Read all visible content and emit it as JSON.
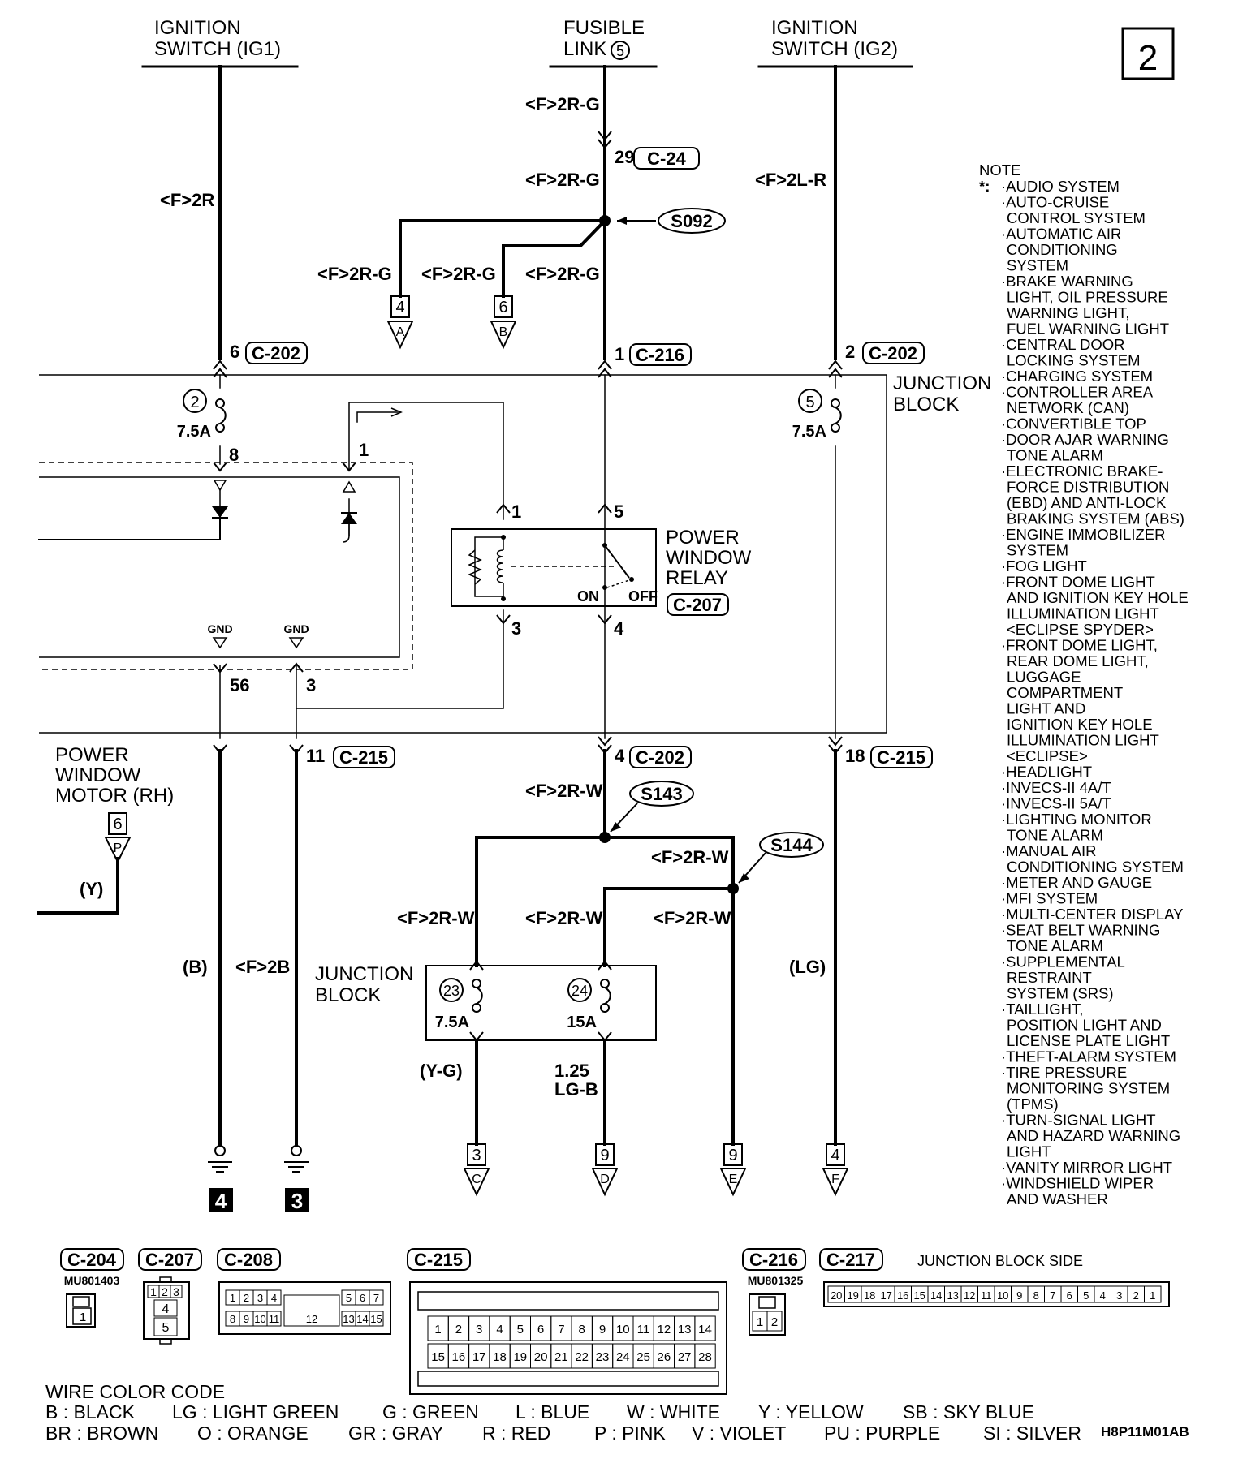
{
  "sheet_number": "2",
  "sources": [
    {
      "line1": "IGNITION",
      "line2": "SWITCH (IG1)"
    },
    {
      "line1": "FUSIBLE",
      "line2": "LINK",
      "circle_number": "5"
    },
    {
      "line1": "IGNITION",
      "line2": "SWITCH (IG2)"
    }
  ],
  "wire_labels": {
    "ig1_top": "<F>2R",
    "fl_top": "<F>2R-G",
    "fl_mid": "<F>2R-G",
    "branch_a": "<F>2R-G",
    "branch_b": "<F>2R-G",
    "fl_low": "<F>2R-G",
    "ig2_top": "<F>2L-R",
    "c202_out": "<F>2R-W",
    "s144_top": "<F>2R-W",
    "fuse23_in": "<F>2R-W",
    "fuse24_in": "<F>2R-W",
    "e_in": "<F>2R-W",
    "gnd4_wire": "(B)",
    "gnd3_wire": "<F>2B",
    "f_wire": "(LG)",
    "motor_wire": "(Y)",
    "fuse23_out": "(Y-G)",
    "fuse24_out_1": "1.25",
    "fuse24_out_2": "LG-B"
  },
  "connectors": {
    "c24": "C-24",
    "c24_pin": "29",
    "c202a": "C-202",
    "c202a_pin": "6",
    "c216": "C-216",
    "c216_pin": "1",
    "c202b": "C-202",
    "c202b_pin": "2",
    "c215a": "C-215",
    "c215a_pin": "11",
    "c202c": "C-202",
    "c202c_pin": "4",
    "c215b": "C-215",
    "c215b_pin": "18",
    "c207": "C-207"
  },
  "splices": [
    "S092",
    "S143",
    "S144"
  ],
  "offpage": {
    "a_num": "4",
    "a_letter": "A",
    "b_num": "6",
    "b_letter": "B",
    "c_num": "3",
    "c_letter": "C",
    "d_num": "9",
    "d_letter": "D",
    "e_num": "9",
    "e_letter": "E",
    "f_num": "4",
    "f_letter": "F",
    "p_num": "6",
    "p_letter": "P"
  },
  "junction_block": {
    "line1": "JUNCTION",
    "line2": "BLOCK"
  },
  "junction_block2": {
    "line1": "JUNCTION",
    "line2": "BLOCK"
  },
  "fuses": {
    "f2_num": "2",
    "f2_rating": "7.5A",
    "f5_num": "5",
    "f5_rating": "7.5A",
    "f23_num": "23",
    "f23_rating": "7.5A",
    "f24_num": "24",
    "f24_rating": "15A"
  },
  "pins": {
    "p8": "8",
    "p1_top": "1",
    "r1": "1",
    "r5": "5",
    "r3": "3",
    "r4": "4",
    "p56": "56",
    "p3": "3"
  },
  "gnd": {
    "g1": "GND",
    "g2": "GND"
  },
  "relay": {
    "line1": "POWER",
    "line2": "WINDOW",
    "line3": "RELAY",
    "on": "ON",
    "off": "OFF"
  },
  "motor": {
    "line1": "POWER",
    "line2": "WINDOW",
    "line3": "MOTOR (RH)"
  },
  "ground_points": [
    "4",
    "3"
  ],
  "note": {
    "title": "NOTE",
    "marker": "*:",
    "lines": [
      "·AUDIO SYSTEM",
      "·AUTO-CRUISE",
      "CONTROL SYSTEM",
      "·AUTOMATIC AIR",
      "CONDITIONING",
      "SYSTEM",
      "·BRAKE WARNING",
      "LIGHT, OIL PRESSURE",
      "WARNING LIGHT,",
      "FUEL WARNING LIGHT",
      "·CENTRAL DOOR",
      "LOCKING SYSTEM",
      "·CHARGING SYSTEM",
      "·CONTROLLER AREA",
      "NETWORK (CAN)",
      "·CONVERTIBLE TOP",
      "·DOOR AJAR WARNING",
      "TONE ALARM",
      "·ELECTRONIC BRAKE-",
      "FORCE DISTRIBUTION",
      "(EBD) AND ANTI-LOCK",
      "BRAKING SYSTEM (ABS)",
      "·ENGINE IMMOBILIZER",
      "SYSTEM",
      "·FOG LIGHT",
      "·FRONT DOME LIGHT",
      "AND IGNITION KEY HOLE",
      "ILLUMINATION LIGHT",
      "<ECLIPSE SPYDER>",
      "·FRONT DOME LIGHT,",
      "REAR DOME LIGHT,",
      "LUGGAGE",
      "COMPARTMENT",
      "LIGHT AND",
      "IGNITION KEY HOLE",
      "ILLUMINATION LIGHT",
      "<ECLIPSE>",
      "·HEADLIGHT",
      "·INVECS-II 4A/T",
      "·INVECS-II 5A/T",
      "·LIGHTING MONITOR",
      "TONE ALARM",
      "·MANUAL AIR",
      "CONDITIONING SYSTEM",
      "·METER AND GAUGE",
      "·MFI SYSTEM",
      "·MULTI-CENTER DISPLAY",
      "·SEAT BELT WARNING",
      "TONE ALARM",
      "·SUPPLEMENTAL",
      "RESTRAINT",
      "SYSTEM (SRS)",
      "·TAILLIGHT,",
      "POSITION LIGHT AND",
      "LICENSE PLATE LIGHT",
      "·THEFT-ALARM SYSTEM",
      "·TIRE PRESSURE",
      "MONITORING SYSTEM",
      "(TPMS)",
      "·TURN-SIGNAL LIGHT",
      "AND HAZARD WARNING",
      "LIGHT",
      "·VANITY MIRROR LIGHT",
      "·WINDSHIELD WIPER",
      "AND WASHER"
    ]
  },
  "connector_views": {
    "c204": {
      "label": "C-204",
      "part": "MU801403",
      "pins": [
        "1"
      ]
    },
    "c207": {
      "label": "C-207",
      "pins": [
        "1",
        "2",
        "3",
        "4",
        "5"
      ]
    },
    "c208": {
      "label": "C-208",
      "pins": [
        "1",
        "2",
        "3",
        "4",
        "5",
        "6",
        "7",
        "8",
        "9",
        "10",
        "11",
        "12",
        "13",
        "14",
        "15"
      ]
    },
    "c215": {
      "label": "C-215",
      "row1": [
        "1",
        "2",
        "3",
        "4",
        "5",
        "6",
        "7",
        "8",
        "9",
        "10",
        "11",
        "12",
        "13",
        "14"
      ],
      "row2": [
        "15",
        "16",
        "17",
        "18",
        "19",
        "20",
        "21",
        "22",
        "23",
        "24",
        "25",
        "26",
        "27",
        "28"
      ]
    },
    "c216": {
      "label": "C-216",
      "part": "MU801325",
      "pins": [
        "1",
        "2"
      ]
    },
    "c217": {
      "label": "C-217",
      "side_label": "JUNCTION BLOCK SIDE",
      "pins": [
        "20",
        "19",
        "18",
        "17",
        "16",
        "15",
        "14",
        "13",
        "12",
        "11",
        "10",
        "9",
        "8",
        "7",
        "6",
        "5",
        "4",
        "3",
        "2",
        "1"
      ]
    }
  },
  "wire_color_code": {
    "title": "WIRE COLOR CODE",
    "row1": [
      "B : BLACK",
      "LG : LIGHT GREEN",
      "G : GREEN",
      "L : BLUE",
      "W : WHITE",
      "Y : YELLOW",
      "SB : SKY BLUE"
    ],
    "row2": [
      "BR : BROWN",
      "O : ORANGE",
      "GR : GRAY",
      "R : RED",
      "P : PINK",
      "V : VIOLET",
      "PU : PURPLE",
      "SI : SILVER"
    ]
  },
  "diagram_code": "H8P11M01AB"
}
